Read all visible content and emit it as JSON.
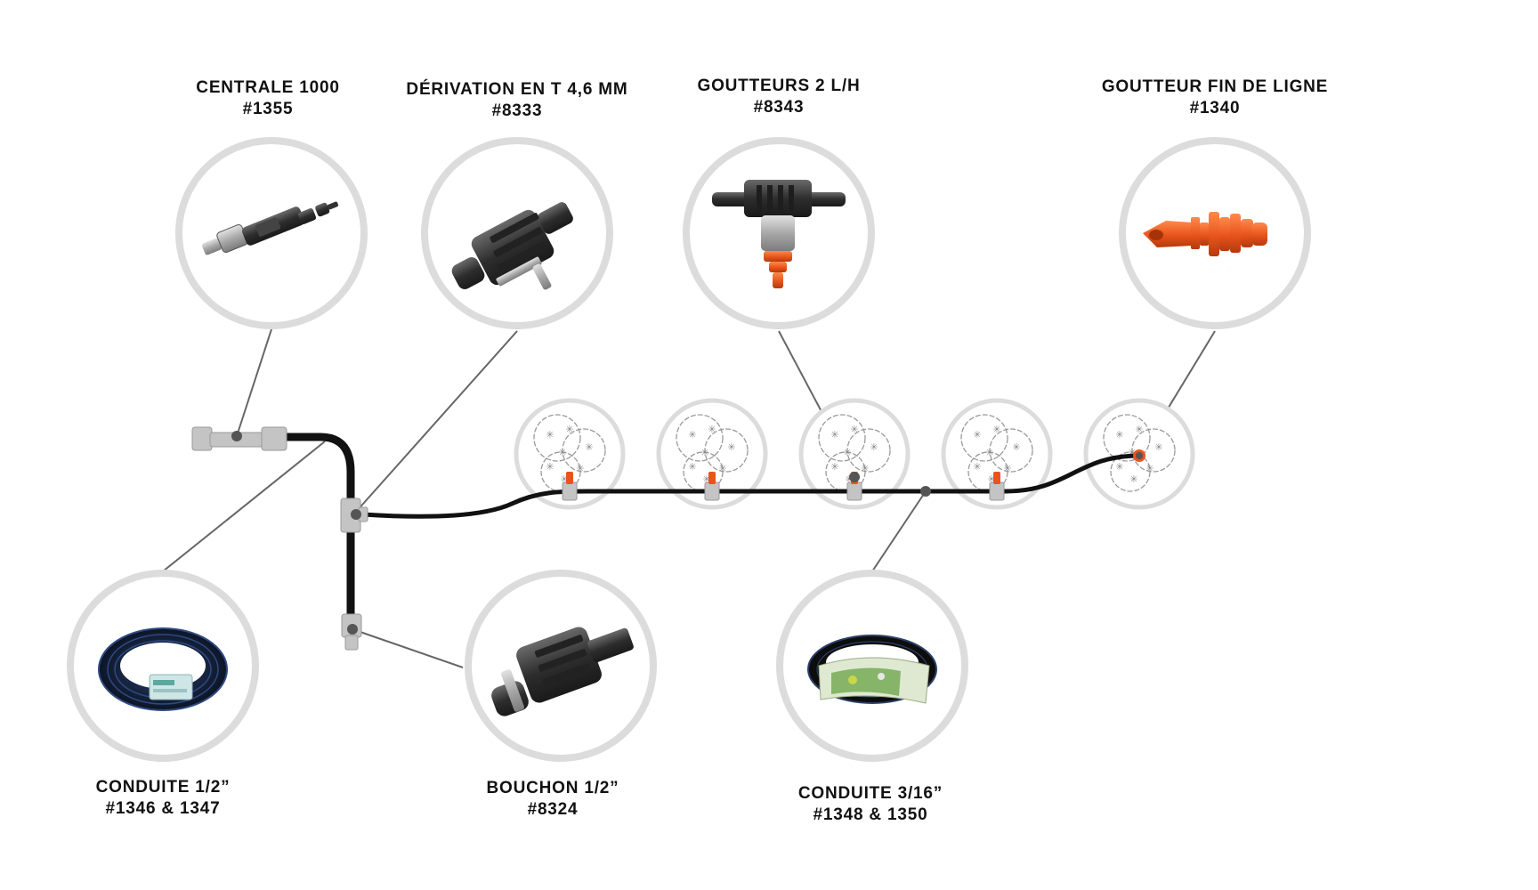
{
  "products": [
    {
      "id": "centrale",
      "name": "CENTRALE 1000",
      "ref": "#1355",
      "icon": "pressure-regulator-icon"
    },
    {
      "id": "derivation",
      "name": "DÉRIVATION EN T 4,6 MM",
      "ref": "#8333",
      "icon": "t-connector-icon"
    },
    {
      "id": "goutteurs",
      "name": "GOUTTEURS 2 L/H",
      "ref": "#8343",
      "icon": "dripper-icon"
    },
    {
      "id": "fin-ligne",
      "name": "GOUTTEUR FIN DE LIGNE",
      "ref": "#1340",
      "icon": "end-line-dripper-icon"
    },
    {
      "id": "conduite-12",
      "name": "CONDUITE 1/2”",
      "ref": "#1346 & 1347",
      "icon": "hose-coil-icon"
    },
    {
      "id": "bouchon",
      "name": "BOUCHON 1/2”",
      "ref": "#8324",
      "icon": "end-cap-icon"
    },
    {
      "id": "conduite-316",
      "name": "CONDUITE 3/16”",
      "ref": "#1348 & 1350",
      "icon": "micro-tube-coil-icon"
    }
  ],
  "plant_count": 5,
  "colors": {
    "ring": "#dcdcdc",
    "pipe": "#111111",
    "connector": "#b8b8b8",
    "accent": "#e8541c",
    "leader": "#666666"
  }
}
